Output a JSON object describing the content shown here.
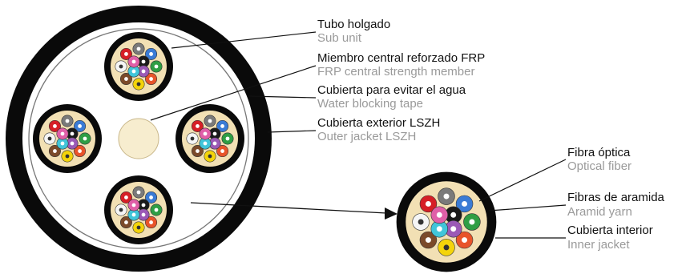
{
  "colors": {
    "jacket": "#0a0a0a",
    "gel": "#f2e0b4",
    "leader_line": "#111111",
    "label_es": "#111111",
    "label_en": "#9a9a9a",
    "fiber_palette": [
      "#7a7a7a",
      "#3a7bd5",
      "#2f9e44",
      "#e8542a",
      "#f4d40a",
      "#7b4a2a",
      "#f5f5f5",
      "#d61f26",
      "#1a1a1a",
      "#9b59b6",
      "#41c5d9",
      "#e05fa8"
    ]
  },
  "cable_labels": [
    {
      "es": "Tubo holgado",
      "en": "Sub unit"
    },
    {
      "es": "Miembro central reforzado FRP",
      "en": "FRP central strength member"
    },
    {
      "es": "Cubierta para evitar el agua",
      "en": "Water blocking tape"
    },
    {
      "es": "Cubierta exterior LSZH",
      "en": "Outer jacket LSZH"
    }
  ],
  "subunit_labels": [
    {
      "es": "Fibra óptica",
      "en": "Optical fiber"
    },
    {
      "es": "Fibras de aramida",
      "en": "Aramid yarn"
    },
    {
      "es": "Cubierta interior",
      "en": "Inner jacket"
    }
  ]
}
